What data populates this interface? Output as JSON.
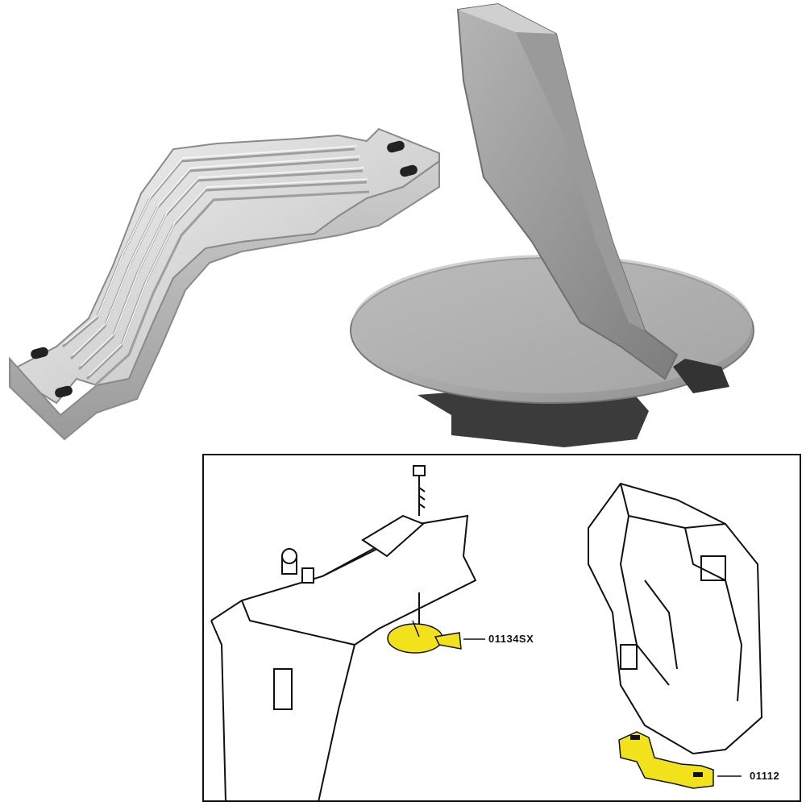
{
  "product_photos": {
    "anode_bar_icon": "bracket-anode",
    "trim_tab_icon": "trim-tab-anode"
  },
  "diagram": {
    "callouts": [
      {
        "label": "01134SX"
      },
      {
        "label": "01112"
      }
    ],
    "highlight_color": "#f2e21b"
  }
}
